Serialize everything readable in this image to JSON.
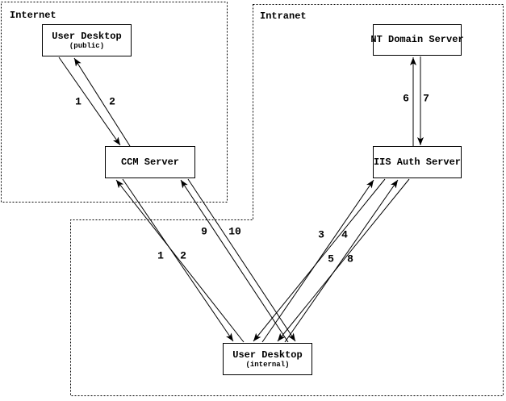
{
  "diagram": {
    "zones": {
      "internet": {
        "label": "Internet"
      },
      "intranet": {
        "label": "Intranet"
      }
    },
    "nodes": {
      "desktop_public": {
        "title": "User Desktop",
        "subtitle": "(public)"
      },
      "ccm_server": {
        "title": "CCM Server"
      },
      "nt_domain_server": {
        "title": "NT Domain Server"
      },
      "iis_auth_server": {
        "title": "IIS Auth Server"
      },
      "desktop_internal": {
        "title": "User Desktop",
        "subtitle": "(internal)"
      }
    },
    "flow_labels": {
      "public_1": "1",
      "public_2": "2",
      "internal_1": "1",
      "internal_2": "2",
      "f3": "3",
      "f4": "4",
      "f5": "5",
      "f6": "6",
      "f7": "7",
      "f8": "8",
      "f9": "9",
      "f10": "10"
    }
  },
  "colors": {
    "line": "#000000",
    "background": "#ffffff"
  }
}
